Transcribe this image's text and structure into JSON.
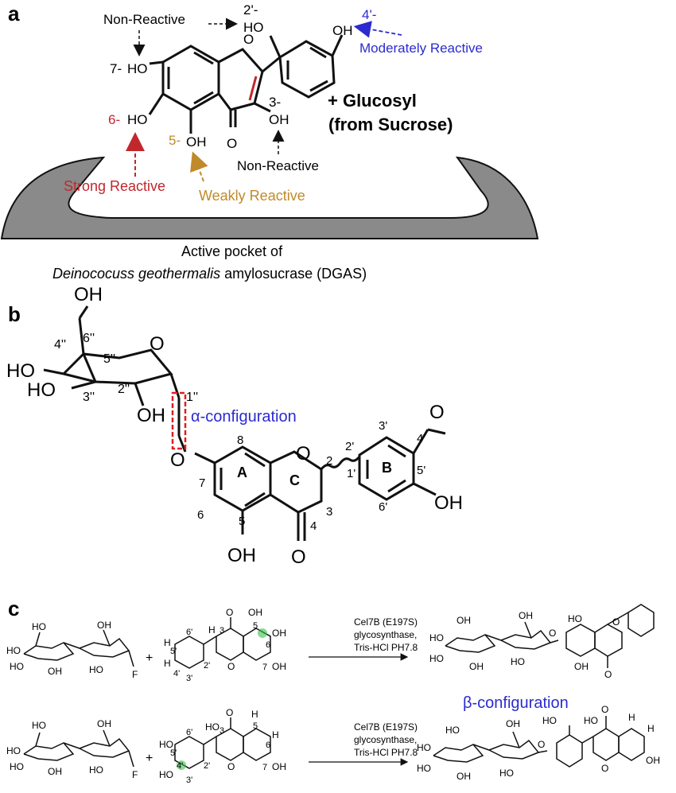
{
  "colors": {
    "black": "#111111",
    "red": "#c0282d",
    "blue": "#2b2bd0",
    "gold": "#c08a2a",
    "gray_pocket": "#8a8a8a",
    "dash_red": "#e21e1e",
    "green_highlight": "#39c24a"
  },
  "panel_a": {
    "label": "a",
    "non_reactive_top": "Non-Reactive",
    "pos_2prime": "2'-",
    "pos_4prime": "4'-",
    "moderately_reactive": "Moderately Reactive",
    "pos_7": "7-",
    "pos_6": "6-",
    "pos_5": "5-",
    "pos_3": "3-",
    "oh": "OH",
    "ho": "HO",
    "o": "O",
    "plus_glucosyl": "+ Glucosyl",
    "from_sucrose": "(from Sucrose)",
    "non_reactive_bottom": "Non-Reactive",
    "strong_reactive": "Strong Reactive",
    "weakly_reactive": "Weakly Reactive",
    "pocket_line1": "Active pocket of",
    "pocket_species": "Deinococuss geothermalis",
    "pocket_rest": " amylosucrase (DGAS)"
  },
  "panel_b": {
    "label": "b",
    "oh": "OH",
    "ho": "HO",
    "o": "O",
    "n6pp": "6''",
    "n4pp": "4''",
    "n5pp": "5''",
    "n3pp": "3''",
    "n2pp": "2''",
    "n1pp": "1''",
    "alpha_config": "α-configuration",
    "ring_a": "A",
    "ring_b": "B",
    "ring_c": "C",
    "n8": "8",
    "n7": "7",
    "n6": "6",
    "n5": "5",
    "n4": "4",
    "n3": "3",
    "n2": "2",
    "n1p": "1'",
    "n2p": "2'",
    "n3p": "3'",
    "n4p": "4'",
    "n5p": "5'",
    "n6p": "6'"
  },
  "panel_c": {
    "label": "c",
    "plus": "+",
    "enzyme_line1": "Cel7B (E197S)",
    "enzyme_line2": "glycosynthase,",
    "enzyme_line3": "Tris-HCl PH7.8",
    "beta_config": "β-configuration",
    "ho": "HO",
    "oh": "OH",
    "o": "O",
    "f": "F",
    "h": "H",
    "n3": "3",
    "n5": "5",
    "n6": "6",
    "n7": "7",
    "n2p": "2'",
    "n3p": "3'",
    "n4p": "4'",
    "n5p": "5'",
    "n6p": "6'"
  }
}
